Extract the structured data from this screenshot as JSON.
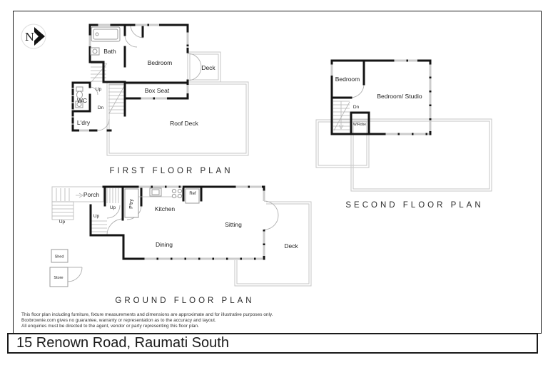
{
  "north": {
    "label": "N"
  },
  "first_floor": {
    "title": "FIRST FLOOR PLAN",
    "labels": {
      "bath": "Bath",
      "bedroom": "Bedroom",
      "deck": "Deck",
      "box_seat": "Box Seat",
      "up": "Up",
      "dn": "Dn",
      "wc": "WC",
      "ldry": "L'dry",
      "roof_deck": "Roof Deck"
    }
  },
  "second_floor": {
    "title": "SECOND FLOOR PLAN",
    "labels": {
      "bedroom": "Bedroom",
      "bedroom_studio": "Bedroom/ Studio",
      "dn": "Dn",
      "wrobe": "W/Robe"
    }
  },
  "ground_floor": {
    "title": "GROUND FLOOR PLAN",
    "labels": {
      "porch": "Porch",
      "up_outside": "Up",
      "up_entry": "Up",
      "up_hall": "Up",
      "ptry": "P'try",
      "kitchen": "Kitchen",
      "ref": "Ref",
      "sitting": "Sitting",
      "dining": "Dining",
      "deck": "Deck",
      "shed": "Shed",
      "store": "Store"
    }
  },
  "disclaimer": {
    "line1": "This floor plan including furniture, fixture measurements and dimensions are approximate and for illustrative purposes only.",
    "line2": "Boxbrownie.com gives no guarantee, warranty or representation as to the accuracy and layout.",
    "line3": "All enquiries must be directed to the agent, vendor or party representing this floor plan."
  },
  "address_bar": {
    "text": "15 Renown Road, Raumati South"
  },
  "colors": {
    "wall": "#141414",
    "window_line": "#cccccc",
    "outline_line": "#c6c6c6"
  }
}
